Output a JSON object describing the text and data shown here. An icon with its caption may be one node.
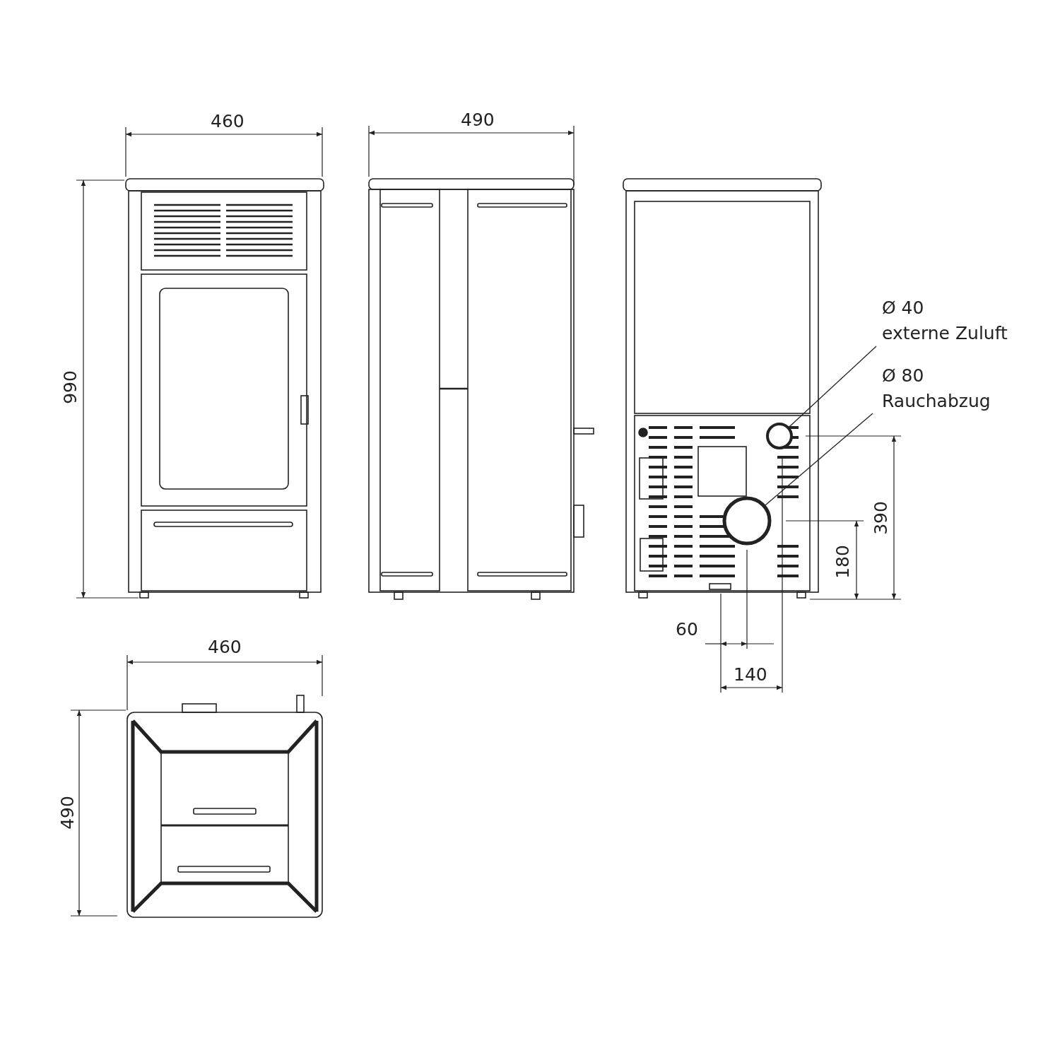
{
  "diagram": {
    "nodes": [
      {
        "text": [
          "Ø 40",
          "externe Zuluft"
        ]
      },
      {
        "text": [],
        "shape": "circle"
      },
      {
        "text": [
          "Ø 80",
          "Rauchabzug"
        ]
      },
      {
        "text": [],
        "shape": "circle"
      }
    ],
    "edges": [
      {
        "from": 0,
        "to": 1,
        "arrow": "none"
      },
      {
        "from": 2,
        "to": 3,
        "arrow": "none"
      }
    ],
    "labels": [
      "460",
      "490",
      "990",
      "390",
      "180",
      "60",
      "140",
      "460",
      "490"
    ]
  }
}
